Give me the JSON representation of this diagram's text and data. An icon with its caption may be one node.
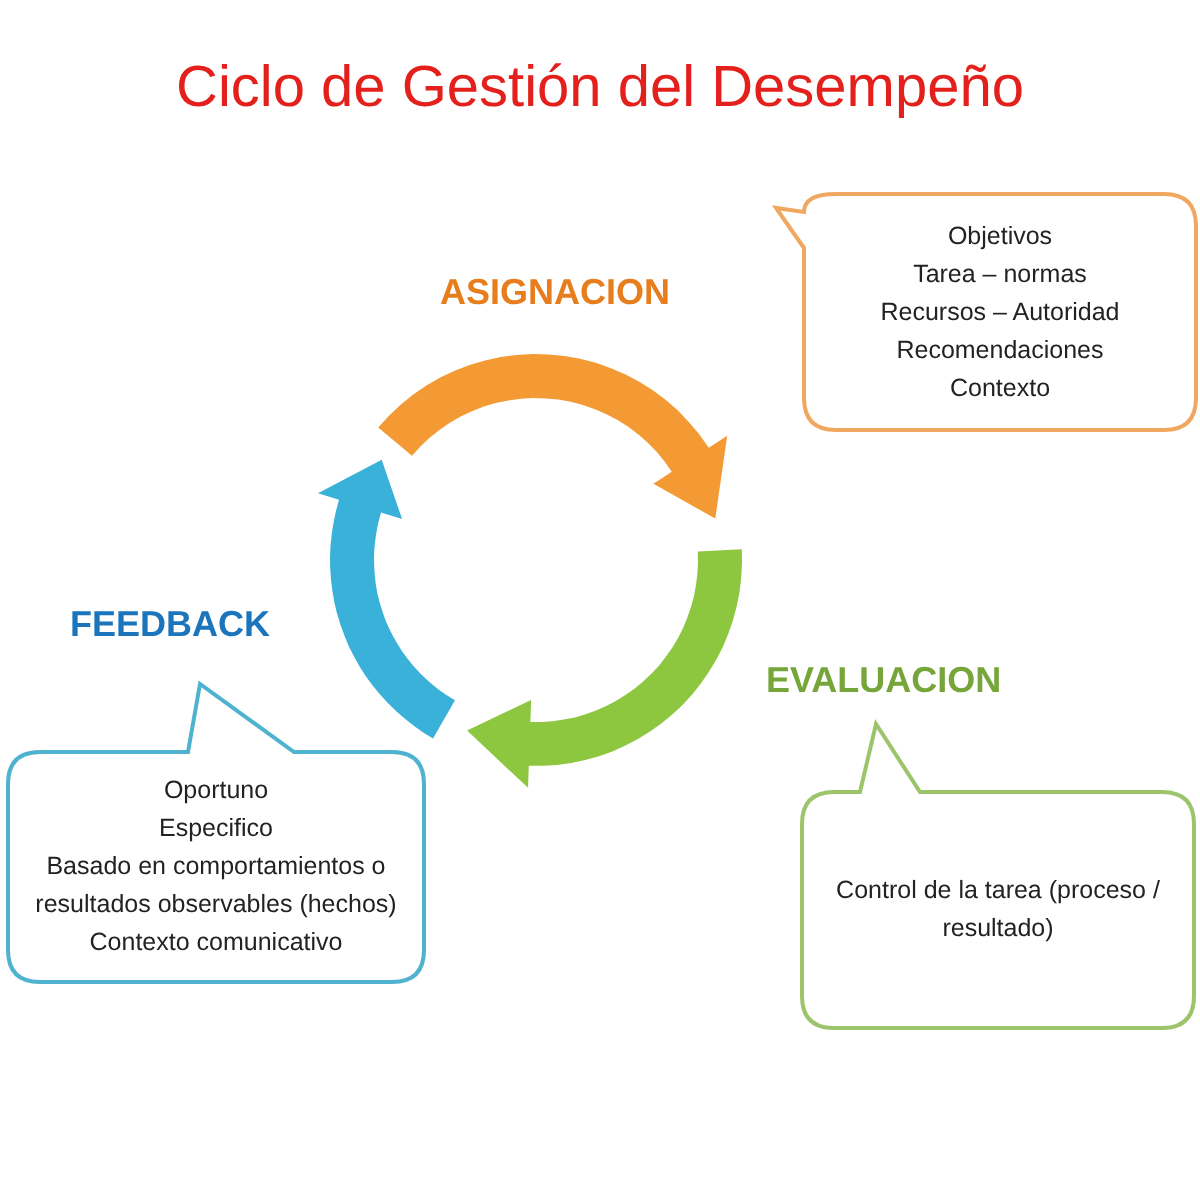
{
  "diagram": {
    "title": "Ciclo de Gestión del Desempeño",
    "nodes": [
      {
        "text": [
          "ASIGNACION",
          "Objetivos",
          "Tarea – normas",
          "Recursos – Autoridad",
          "Recomendaciones",
          "Contexto"
        ]
      },
      {
        "text": [
          "EVALUACION",
          "Control de la tarea (proceso / resultado)"
        ]
      },
      {
        "text": [
          "FEEDBACK",
          "Oportuno",
          "Especifico",
          "Basado en comportamientos o resultados observables (hechos)",
          "Contexto comunicativo"
        ]
      }
    ]
  }
}
